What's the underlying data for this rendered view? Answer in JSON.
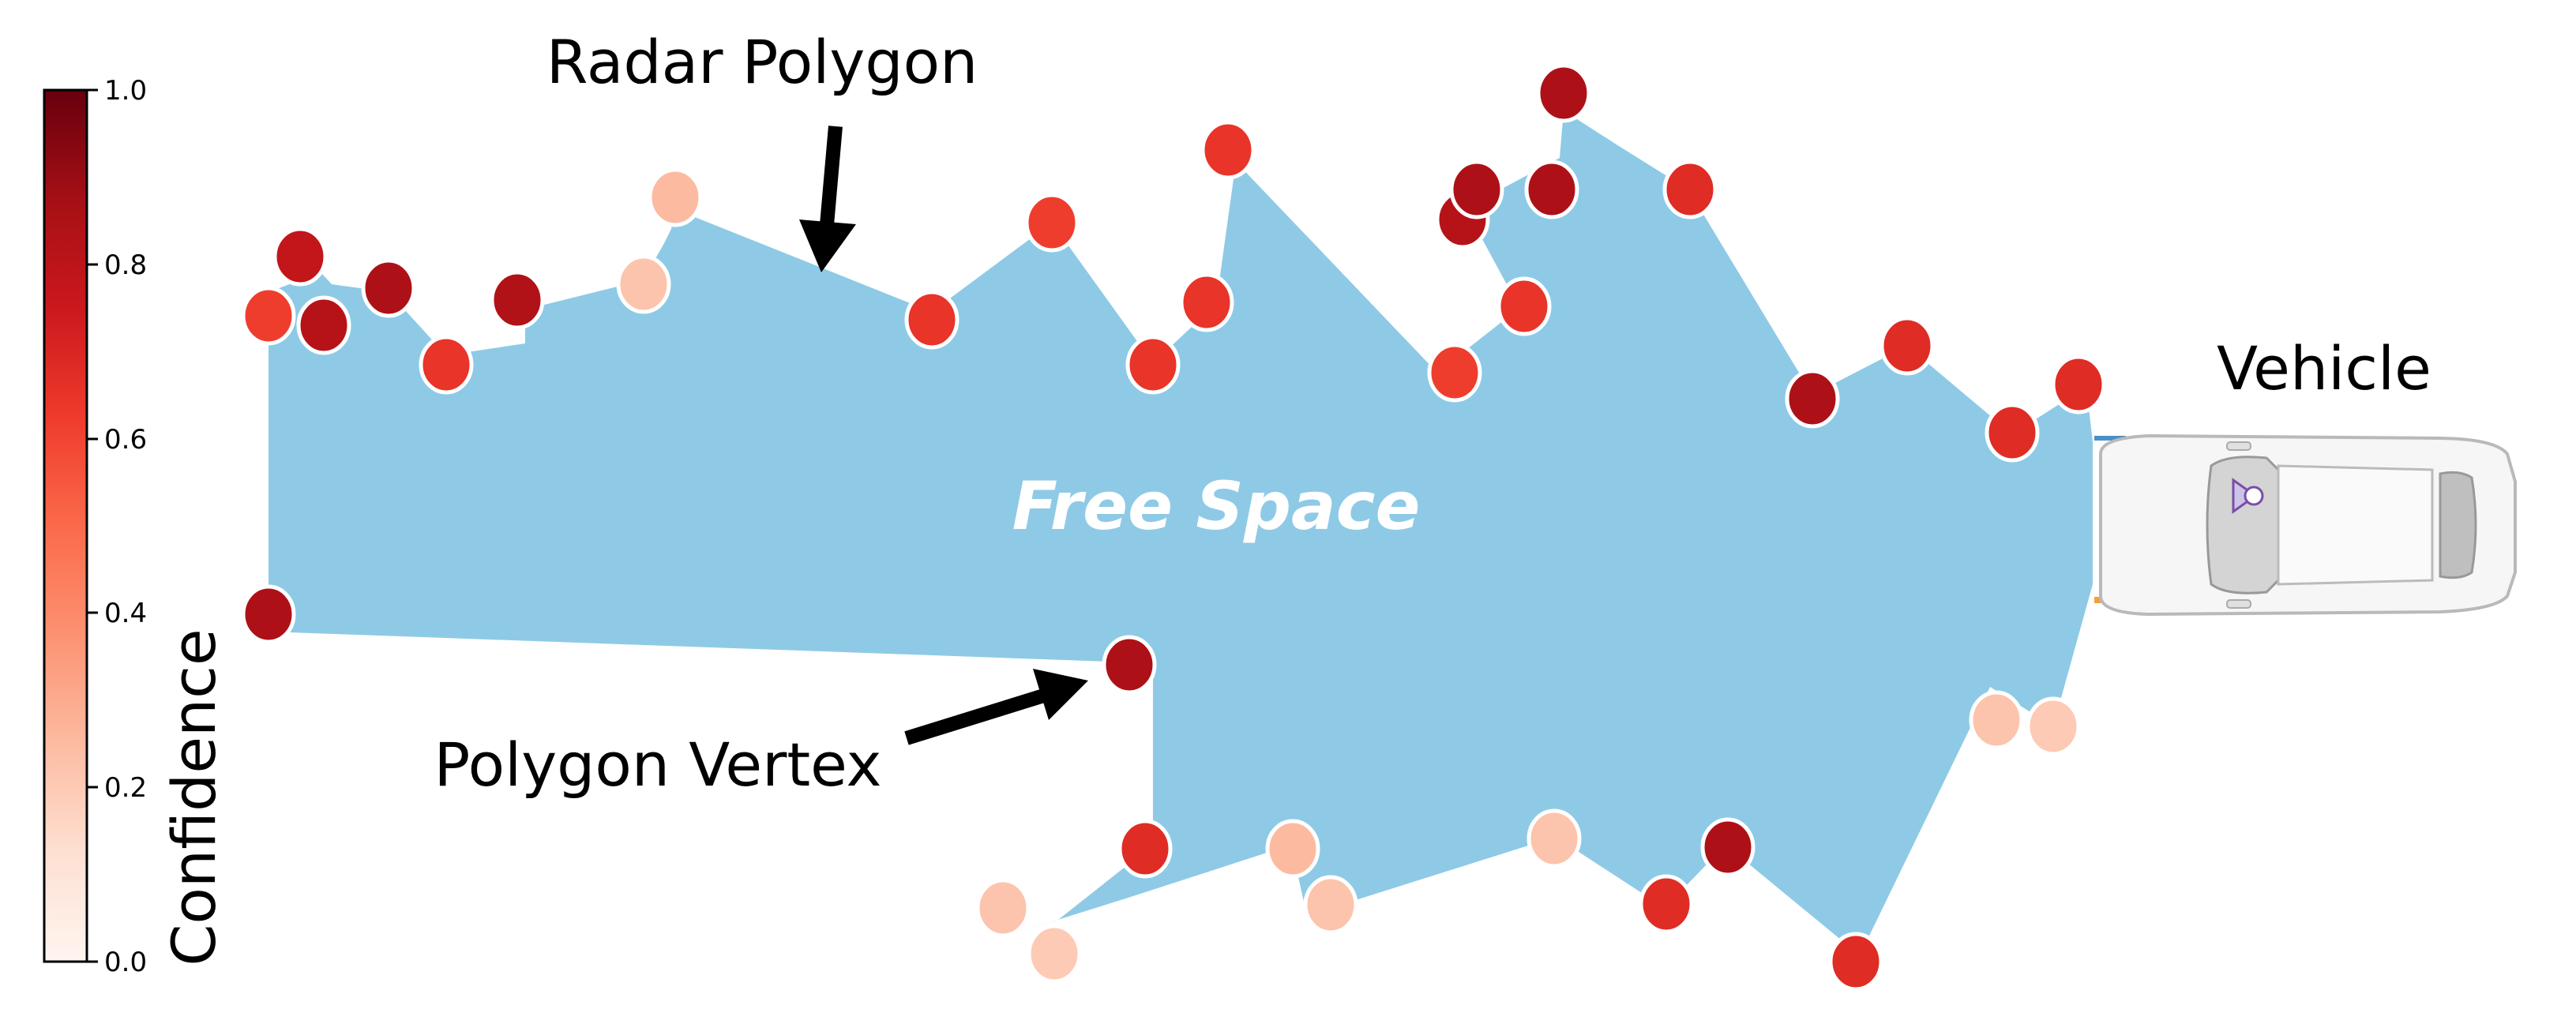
{
  "labels": {
    "radar_polygon": "Radar Polygon",
    "polygon_vertex": "Polygon Vertex",
    "vehicle": "Vehicle",
    "free_space": "Free Space"
  },
  "colorbar": {
    "label": "Confidence",
    "ticks": [
      "0.0",
      "0.2",
      "0.4",
      "0.6",
      "0.8",
      "1.0"
    ],
    "colormap": "Reds",
    "range": [
      0.0,
      1.0
    ]
  },
  "colors": {
    "free_space_fill": "#8ecae6",
    "vertex_stroke": "#ffffff",
    "arrow": "#000000"
  },
  "vertex_confidences": [
    0.62,
    0.78,
    0.82,
    0.85,
    0.82,
    0.65,
    0.84,
    0.25,
    0.22,
    0.65,
    0.62,
    0.65,
    0.65,
    0.62,
    0.65,
    0.82,
    0.68,
    0.82,
    0.85,
    0.85,
    0.85,
    0.85,
    0.68,
    0.85,
    0.68,
    0.68,
    0.68,
    0.68,
    0.68,
    0.68,
    0.25,
    0.22,
    0.7,
    0.68,
    0.85,
    0.22,
    0.25,
    0.2,
    0.22,
    0.68,
    0.22,
    0.22,
    0.85,
    0.85
  ]
}
